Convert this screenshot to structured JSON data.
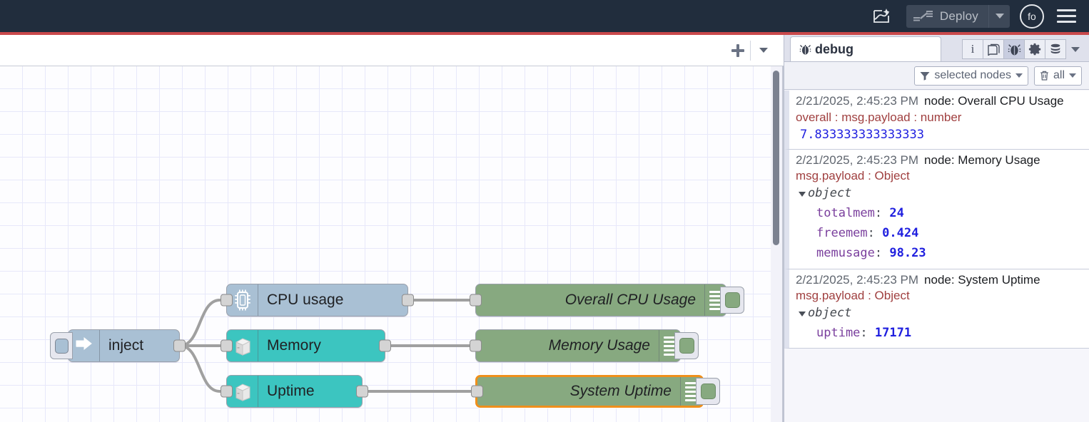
{
  "header": {
    "projects_icon": "flow-image-icon",
    "deploy": {
      "label": "Deploy",
      "icon": "deploy-icon",
      "caret": "chevron-down-icon"
    },
    "avatar_initials": "fo",
    "menu_icon": "hamburger-menu-icon",
    "accent_color": "#c9494b",
    "background_color": "#212d3d"
  },
  "workspace": {
    "tabbar": {
      "add_icon": "plus-icon",
      "list_icon": "chevron-down-icon"
    },
    "nodes": [
      {
        "id": "inject",
        "label": "inject",
        "type": "inject",
        "color": "#a9c0d4",
        "icon": "arrow-right-icon",
        "selected": false
      },
      {
        "id": "cpu-usage",
        "label": "CPU usage",
        "type": "function",
        "color": "#a9c0d4",
        "icon": "cpu-chip-icon",
        "selected": false
      },
      {
        "id": "memory",
        "label": "Memory",
        "type": "function",
        "color": "#3cc5c0",
        "icon": "server-box-icon",
        "selected": false
      },
      {
        "id": "uptime",
        "label": "Uptime",
        "type": "function",
        "color": "#3cc5c0",
        "icon": "server-box-icon",
        "selected": false
      },
      {
        "id": "overall-cpu",
        "label": "Overall CPU Usage",
        "type": "debug",
        "color": "#87a980",
        "icon": "debug-lines-icon",
        "selected": false
      },
      {
        "id": "memory-usage",
        "label": "Memory Usage",
        "type": "debug",
        "color": "#87a980",
        "icon": "debug-lines-icon",
        "selected": false
      },
      {
        "id": "system-uptime",
        "label": "System Uptime",
        "type": "debug",
        "color": "#87a980",
        "icon": "debug-lines-icon",
        "selected": true
      }
    ],
    "selection_color": "#ef8f1c"
  },
  "sidebar": {
    "tab": {
      "label": "debug",
      "icon": "bug-icon"
    },
    "tools": [
      {
        "name": "info-tool",
        "icon": "info-icon",
        "glyph": "i",
        "active": false
      },
      {
        "name": "library-tool",
        "icon": "book-icon",
        "glyph": "",
        "active": false
      },
      {
        "name": "debug-tool",
        "icon": "bug-icon",
        "glyph": "",
        "active": true
      },
      {
        "name": "config-tool",
        "icon": "gear-icon",
        "glyph": "",
        "active": false
      },
      {
        "name": "context-tool",
        "icon": "database-icon",
        "glyph": "",
        "active": false
      }
    ],
    "tools_caret": "chevron-down-icon",
    "filter": {
      "label": "selected nodes",
      "icon": "filter-icon",
      "caret": "chevron-down-icon"
    },
    "clear": {
      "label": "all",
      "icon": "trash-icon",
      "caret": "chevron-down-icon"
    },
    "messages": [
      {
        "timestamp": "2/21/2025, 2:45:23 PM",
        "node": "node: Overall CPU Usage",
        "topic": "overall : msg.payload : number",
        "kind": "value",
        "value": "7.833333333333333"
      },
      {
        "timestamp": "2/21/2025, 2:45:23 PM",
        "node": "node: Memory Usage",
        "topic": "msg.payload : Object",
        "kind": "object",
        "object_label": "object",
        "properties": [
          {
            "key": "totalmem",
            "value": "24"
          },
          {
            "key": "freemem",
            "value": "0.424"
          },
          {
            "key": "memusage",
            "value": "98.23"
          }
        ]
      },
      {
        "timestamp": "2/21/2025, 2:45:23 PM",
        "node": "node: System Uptime",
        "topic": "msg.payload : Object",
        "kind": "object",
        "object_label": "object",
        "properties": [
          {
            "key": "uptime",
            "value": "17171"
          }
        ]
      }
    ]
  }
}
